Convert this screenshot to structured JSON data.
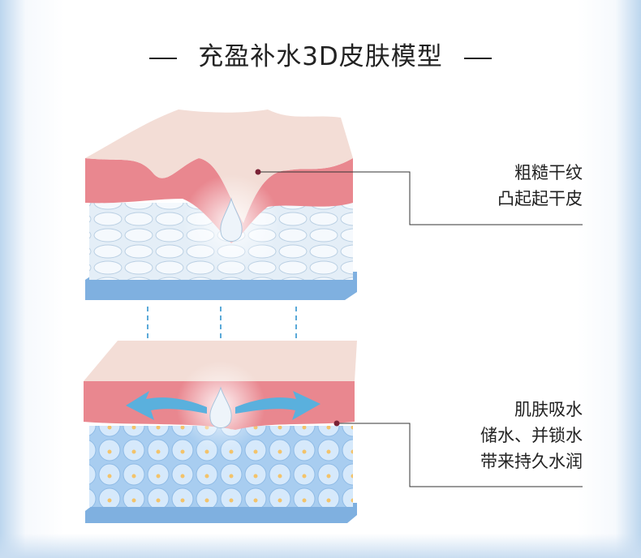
{
  "title": "充盈补水3D皮肤模型",
  "before": {
    "lines": [
      "粗糙干纹",
      "凸起起干皮"
    ]
  },
  "after": {
    "lines": [
      "肌肤吸水",
      "储水、并锁水",
      "带来持久水润"
    ]
  },
  "colors": {
    "pink": "#e9878f",
    "skin_top": "#f3ddd6",
    "base": "#7fb0e0",
    "cells": "#d9e9f6",
    "arrow": "#5ab0dd"
  }
}
